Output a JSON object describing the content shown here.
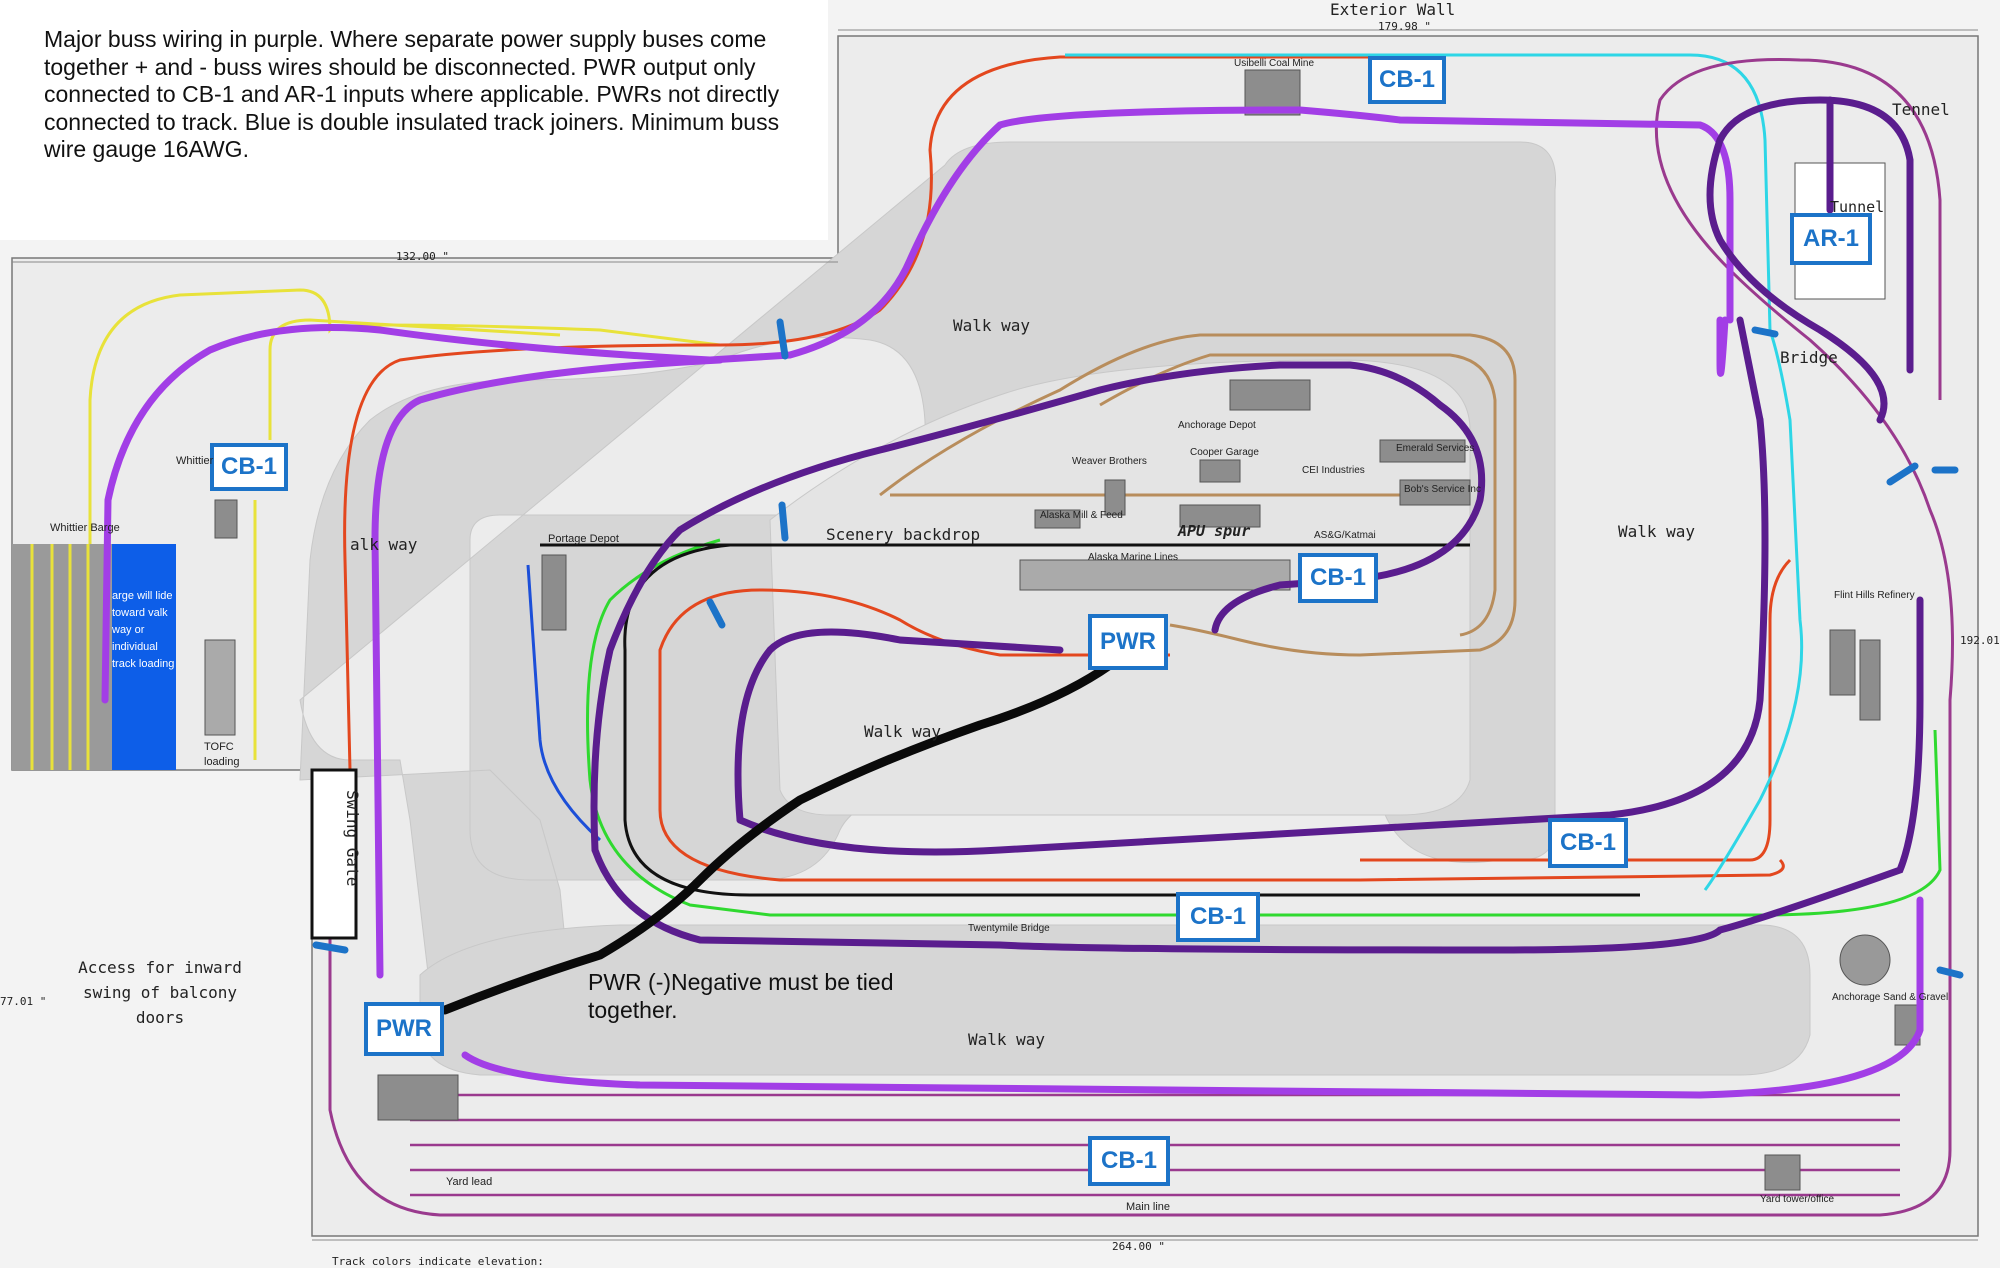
{
  "note": {
    "text": "Major buss wiring in purple.  Where separate power supply buses come together + and - buss wires should be disconnected.  PWR output only connected to CB-1 and AR-1 inputs where applicable. PWRs not directly connected to track. Blue is double insulated track joiners. Minimum buss wire gauge 16AWG."
  },
  "labels": {
    "cb1_top": "CB-1",
    "cb1_left": "CB-1",
    "cb1_center": "CB-1",
    "cb1_right": "CB-1",
    "cb1_mid": "CB-1",
    "cb1_bottom": "CB-1",
    "ar1": "AR-1",
    "pwr_center": "PWR",
    "pwr_left": "PWR"
  },
  "negative_note": "PWR (-)Negative must be tied together.",
  "dimensions": {
    "top": "179.98 \"",
    "left": "132.00 \"",
    "bottom": "264.00 \"",
    "right": "192.01",
    "left_side": "77.01 \""
  },
  "area_labels": {
    "exterior_wall": "Exterior Wall",
    "walk_way_top": "Walk way",
    "walk_way_left": "alk way",
    "walk_way_right": "Walk way",
    "walk_way_center": "Walk way",
    "walk_way_bottom": "Walk way",
    "scenery_backdrop": "Scenery backdrop",
    "apu_spur": "APU spur",
    "swing_gate": "Swing Gate",
    "access": "Access for inward swing of balcony doors",
    "tennel": "Tennel",
    "tunnel_box": "Tunnel",
    "bridge": "Bridge",
    "track_colors": "Track colors indicate elevation:"
  },
  "places": {
    "usibelli": "Usibelli Coal Mine",
    "anchorage_depot": "Anchorage Depot",
    "weaver": "Weaver Brothers",
    "cooper": "Cooper Garage",
    "cei": "CEI Industries",
    "emerald": "Emerald Services",
    "bobs": "Bob's Service Inc",
    "alaska_mill": "Alaska Mill & Feed",
    "asg": "AS&G/Katmai",
    "alaska_marine": "Alaska Marine Lines",
    "portage": "Portage Depot",
    "whittier": "Whittier",
    "whittier_barge": "Whittier Barge",
    "tofc": "TOFC loading",
    "flint_hills": "Flint Hills Refinery",
    "twentymile": "Twentymile Bridge",
    "anchorage_sand": "Anchorage Sand & Gravel",
    "yard_tower": "Yard tower/office",
    "yard_lead": "Yard lead",
    "main_line": "Main line"
  },
  "barge_text": "arge will lide toward valk way or individual track loading",
  "colors": {
    "buss_purple_light": "#a23ee6",
    "buss_purple_dark": "#5a1d8e",
    "label_blue": "#1c73c8",
    "joiner_blue": "#1c73c8",
    "track_yellow": "#e8e23a",
    "track_orange": "#e3471e",
    "track_cyan": "#2ed6e6",
    "track_tan": "#b88d5c",
    "track_green": "#2fd92f",
    "track_black": "#111111",
    "track_magenta": "#9a3a8e",
    "barge_blue": "#0d5ee8",
    "walkway_grey": "#d8d8d8"
  }
}
